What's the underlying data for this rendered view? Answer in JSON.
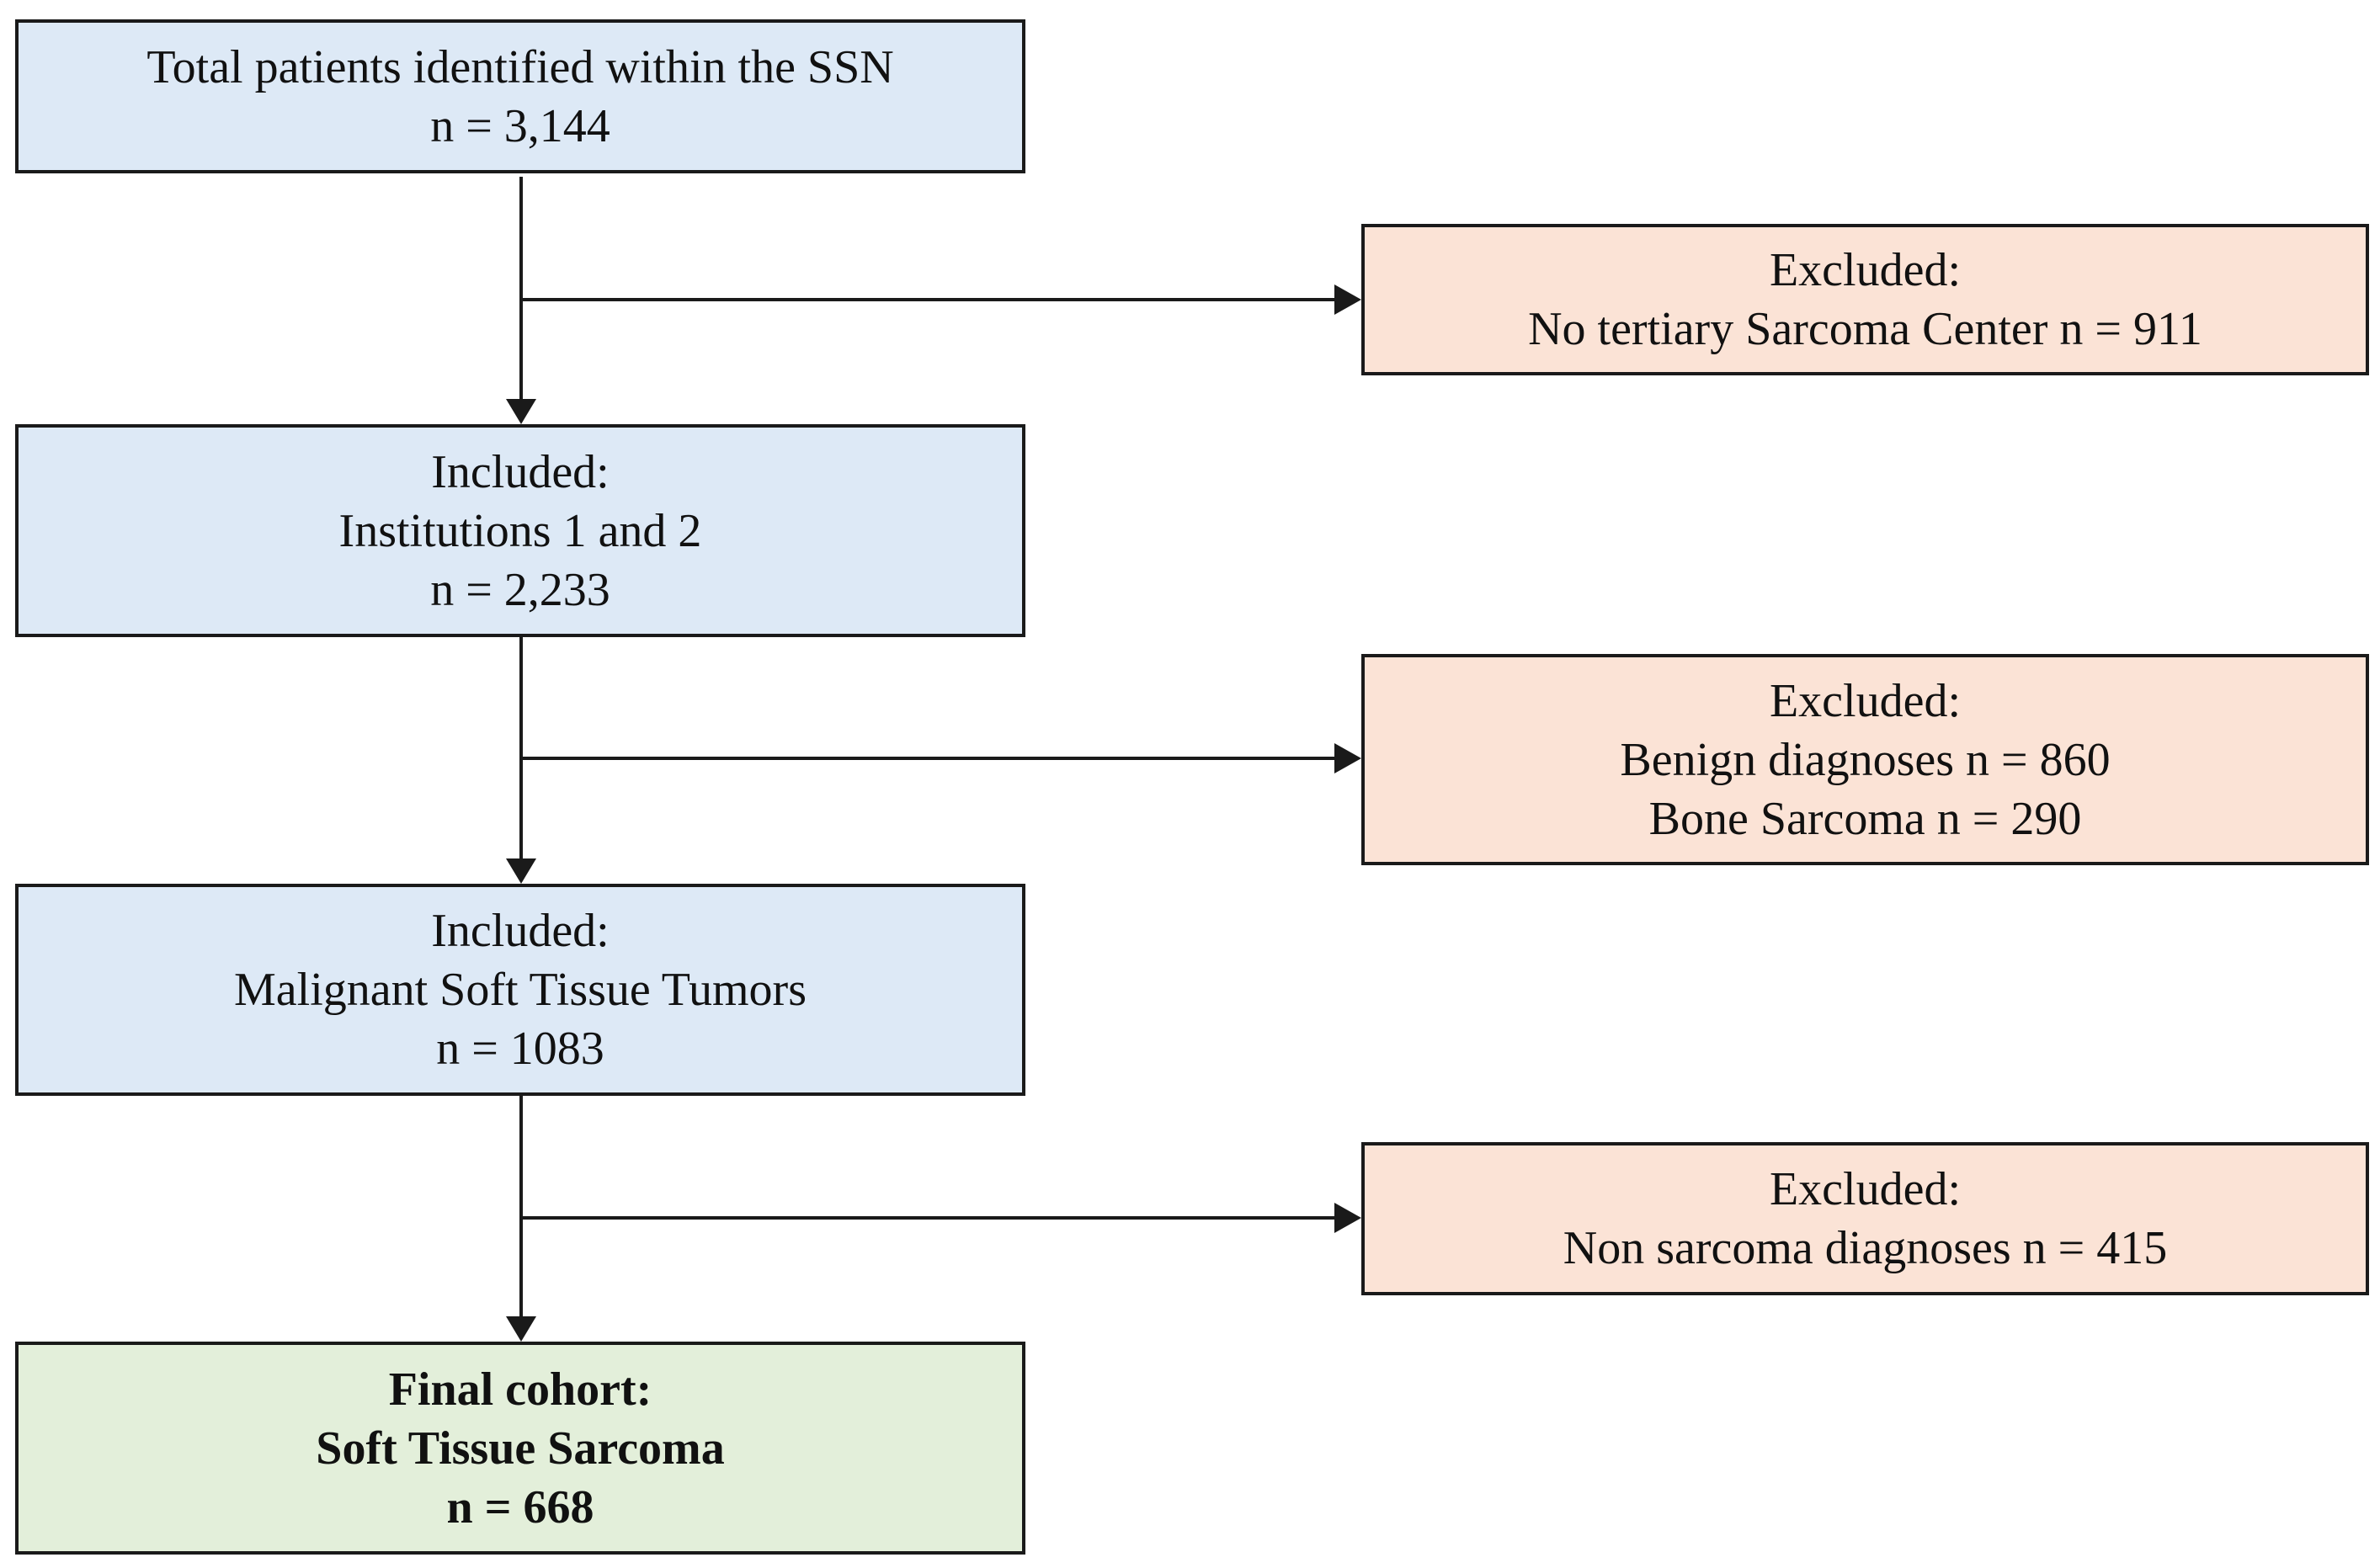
{
  "flowchart": {
    "total": {
      "line1": "Total patients identified within the SSN",
      "line2": "n = 3,144"
    },
    "excluded1": {
      "line1": "Excluded:",
      "line2": "No tertiary Sarcoma Center n = 911"
    },
    "included1": {
      "line1": "Included:",
      "line2": "Institutions 1 and 2",
      "line3": "n = 2,233"
    },
    "excluded2": {
      "line1": "Excluded:",
      "line2": "Benign diagnoses n = 860",
      "line3": "Bone Sarcoma n = 290"
    },
    "included2": {
      "line1": "Included:",
      "line2": "Malignant Soft Tissue Tumors",
      "line3": "n = 1083"
    },
    "excluded3": {
      "line1": "Excluded:",
      "line2": "Non sarcoma diagnoses n = 415"
    },
    "final": {
      "line1": "Final cohort:",
      "line2": "Soft Tissue Sarcoma",
      "line3": "n = 668"
    }
  },
  "colors": {
    "included_fill": "#dde9f6",
    "excluded_fill": "#fbe3d6",
    "final_fill": "#e3efda",
    "border": "#1a1a1a"
  }
}
